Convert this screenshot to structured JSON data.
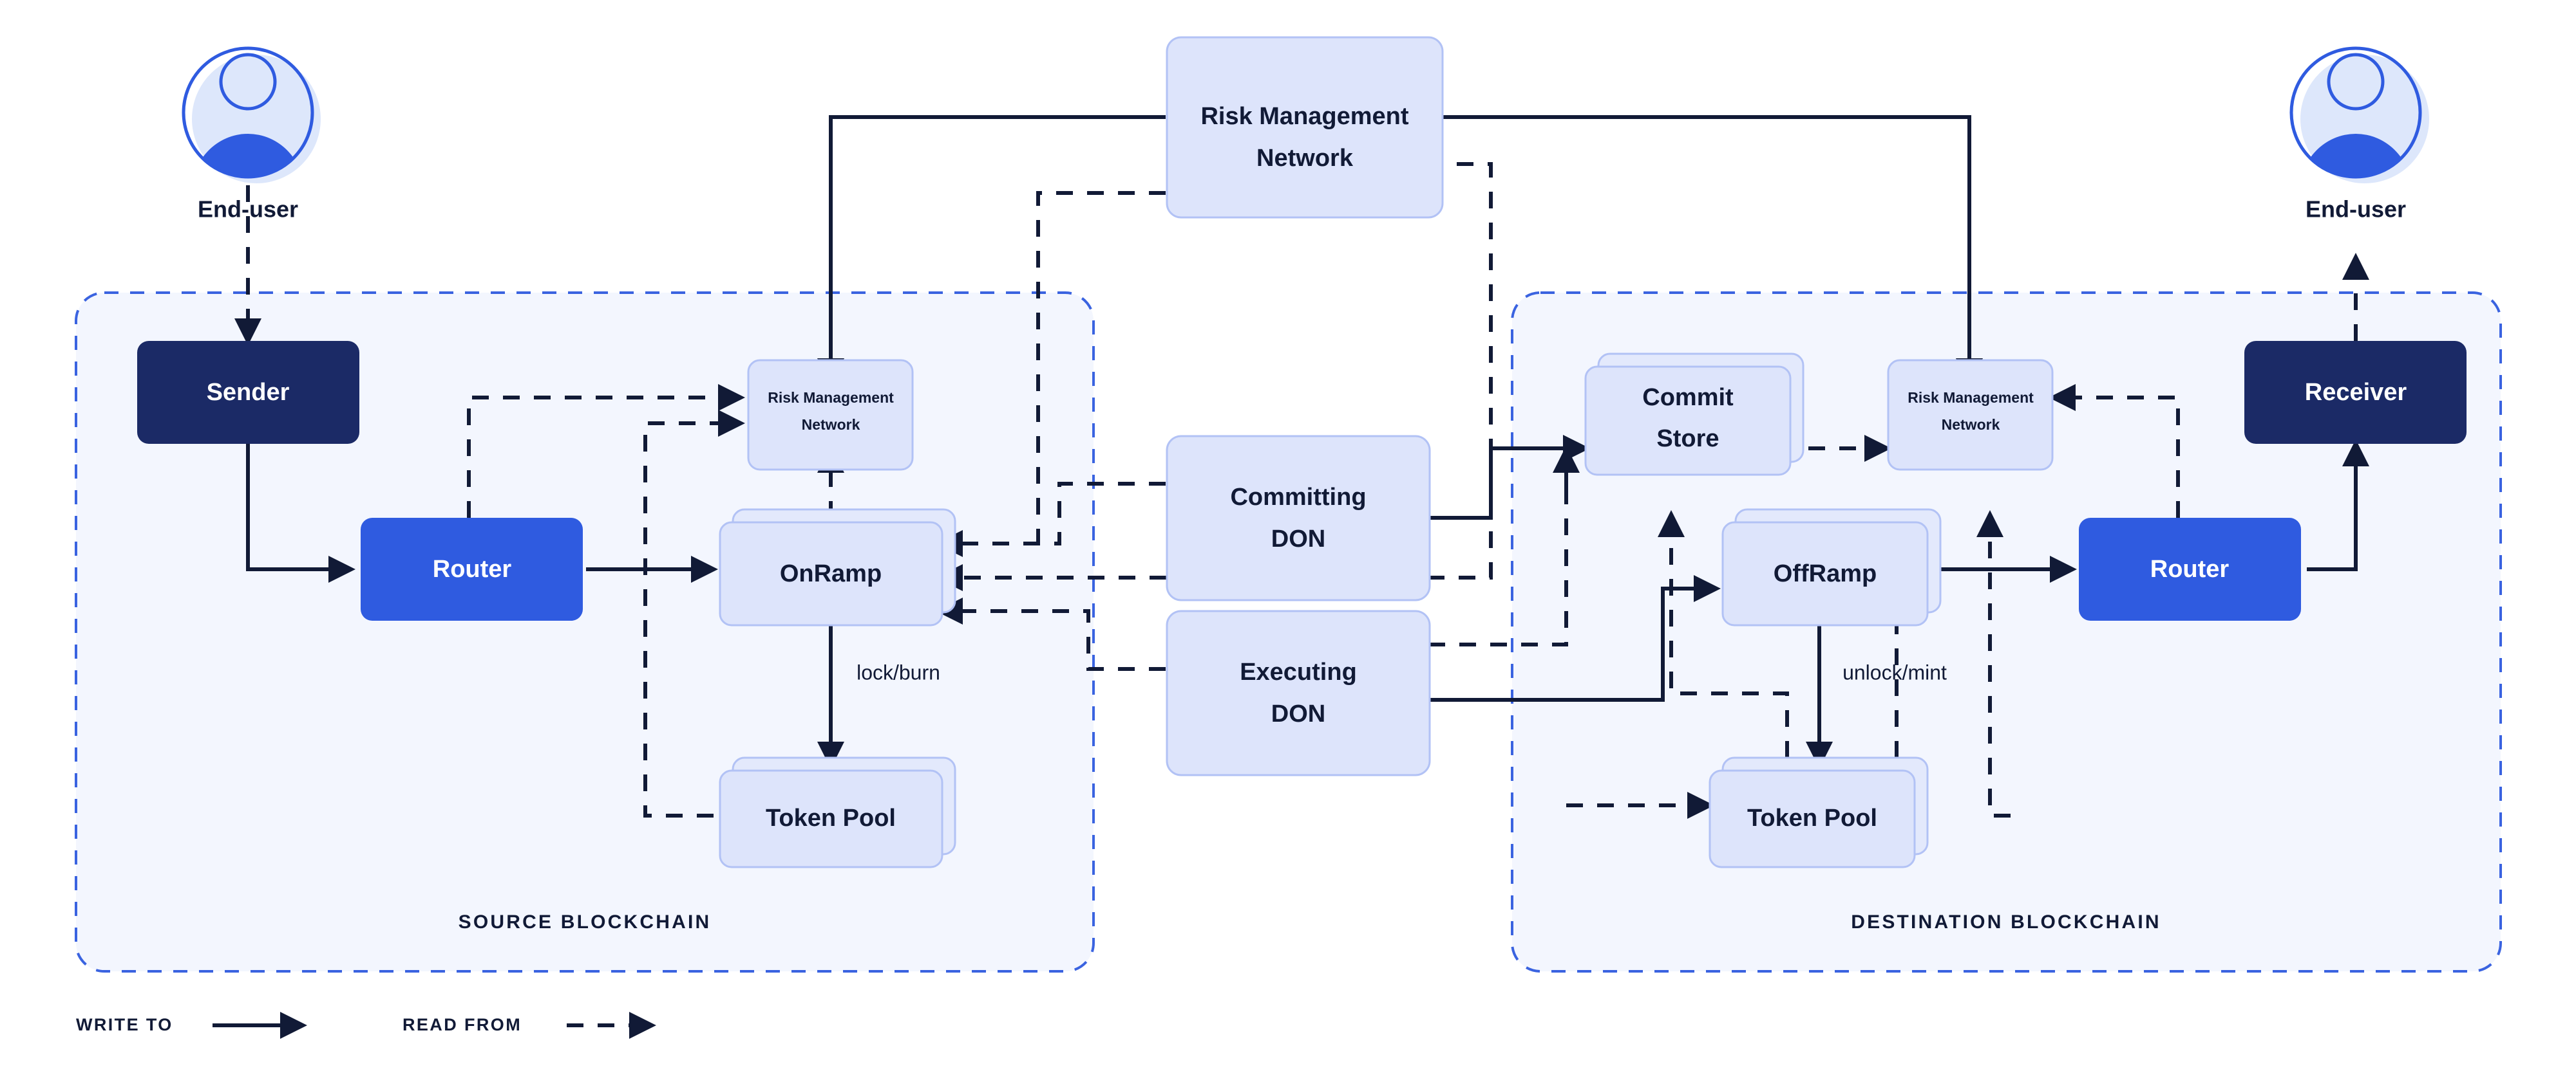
{
  "diagram": {
    "title": "CCIP cross-chain architecture",
    "colors": {
      "dark_node": "#1b2a66",
      "blue_node": "#2f5be0",
      "light_node_fill": "#dde4fb",
      "light_node_border": "#b2c2f5",
      "region_fill": "#f3f6fe",
      "region_border": "#3a63e0",
      "line": "#111a36",
      "page_background": "#ffffff"
    },
    "actors": [
      {
        "id": "end-user-left",
        "label": "End-user",
        "icon": "user-avatar-icon"
      },
      {
        "id": "end-user-right",
        "label": "End-user",
        "icon": "user-avatar-icon"
      }
    ],
    "regions": [
      {
        "id": "source-blockchain",
        "label": "SOURCE BLOCKCHAIN"
      },
      {
        "id": "destination-blockchain",
        "label": "DESTINATION BLOCKCHAIN"
      }
    ],
    "nodes": [
      {
        "id": "sender",
        "label": "Sender",
        "style": "dark",
        "region": "source-blockchain"
      },
      {
        "id": "router-src",
        "label": "Router",
        "style": "blue",
        "region": "source-blockchain"
      },
      {
        "id": "rmn-src",
        "label": "Risk Management Network",
        "style": "light-small",
        "region": "source-blockchain"
      },
      {
        "id": "onramp",
        "label": "OnRamp",
        "style": "light-stacked",
        "region": "source-blockchain"
      },
      {
        "id": "token-pool-src",
        "label": "Token Pool",
        "style": "light-stacked",
        "region": "source-blockchain"
      },
      {
        "id": "rmn-center",
        "label": "Risk Management Network",
        "style": "light",
        "region": "center"
      },
      {
        "id": "committing-don",
        "label": "Committing DON",
        "style": "light",
        "region": "center"
      },
      {
        "id": "executing-don",
        "label": "Executing DON",
        "style": "light",
        "region": "center"
      },
      {
        "id": "commit-store",
        "label": "Commit Store",
        "style": "light-stacked",
        "region": "destination-blockchain"
      },
      {
        "id": "rmn-dst",
        "label": "Risk Management Network",
        "style": "light-small",
        "region": "destination-blockchain"
      },
      {
        "id": "offramp",
        "label": "OffRamp",
        "style": "light-stacked",
        "region": "destination-blockchain"
      },
      {
        "id": "token-pool-dst",
        "label": "Token Pool",
        "style": "light-stacked",
        "region": "destination-blockchain"
      },
      {
        "id": "router-dst",
        "label": "Router",
        "style": "blue",
        "region": "destination-blockchain"
      },
      {
        "id": "receiver",
        "label": "Receiver",
        "style": "dark",
        "region": "destination-blockchain"
      }
    ],
    "node_labels": {
      "sender": "Sender",
      "router_src": "Router",
      "rmn_line1": "Risk  Management",
      "rmn_line2": "Network",
      "onramp": "OnRamp",
      "token_pool_src": "Token Pool",
      "rmn_center_line1": "Risk  Management",
      "rmn_center_line2": "Network",
      "committing_don_line1": "Committing",
      "committing_don_line2": "DON",
      "executing_don_line1": "Executing",
      "executing_don_line2": "DON",
      "commit_store_line1": "Commit",
      "commit_store_line2": "Store",
      "offramp": "OffRamp",
      "token_pool_dst": "Token Pool",
      "router_dst": "Router",
      "receiver": "Receiver"
    },
    "edge_labels": {
      "lock_burn": "lock/burn",
      "unlock_mint": "unlock/mint"
    },
    "legend": [
      {
        "id": "write-to",
        "label": "WRITE TO",
        "line_style": "solid"
      },
      {
        "id": "read-from",
        "label": "READ FROM",
        "line_style": "dashed"
      }
    ]
  }
}
